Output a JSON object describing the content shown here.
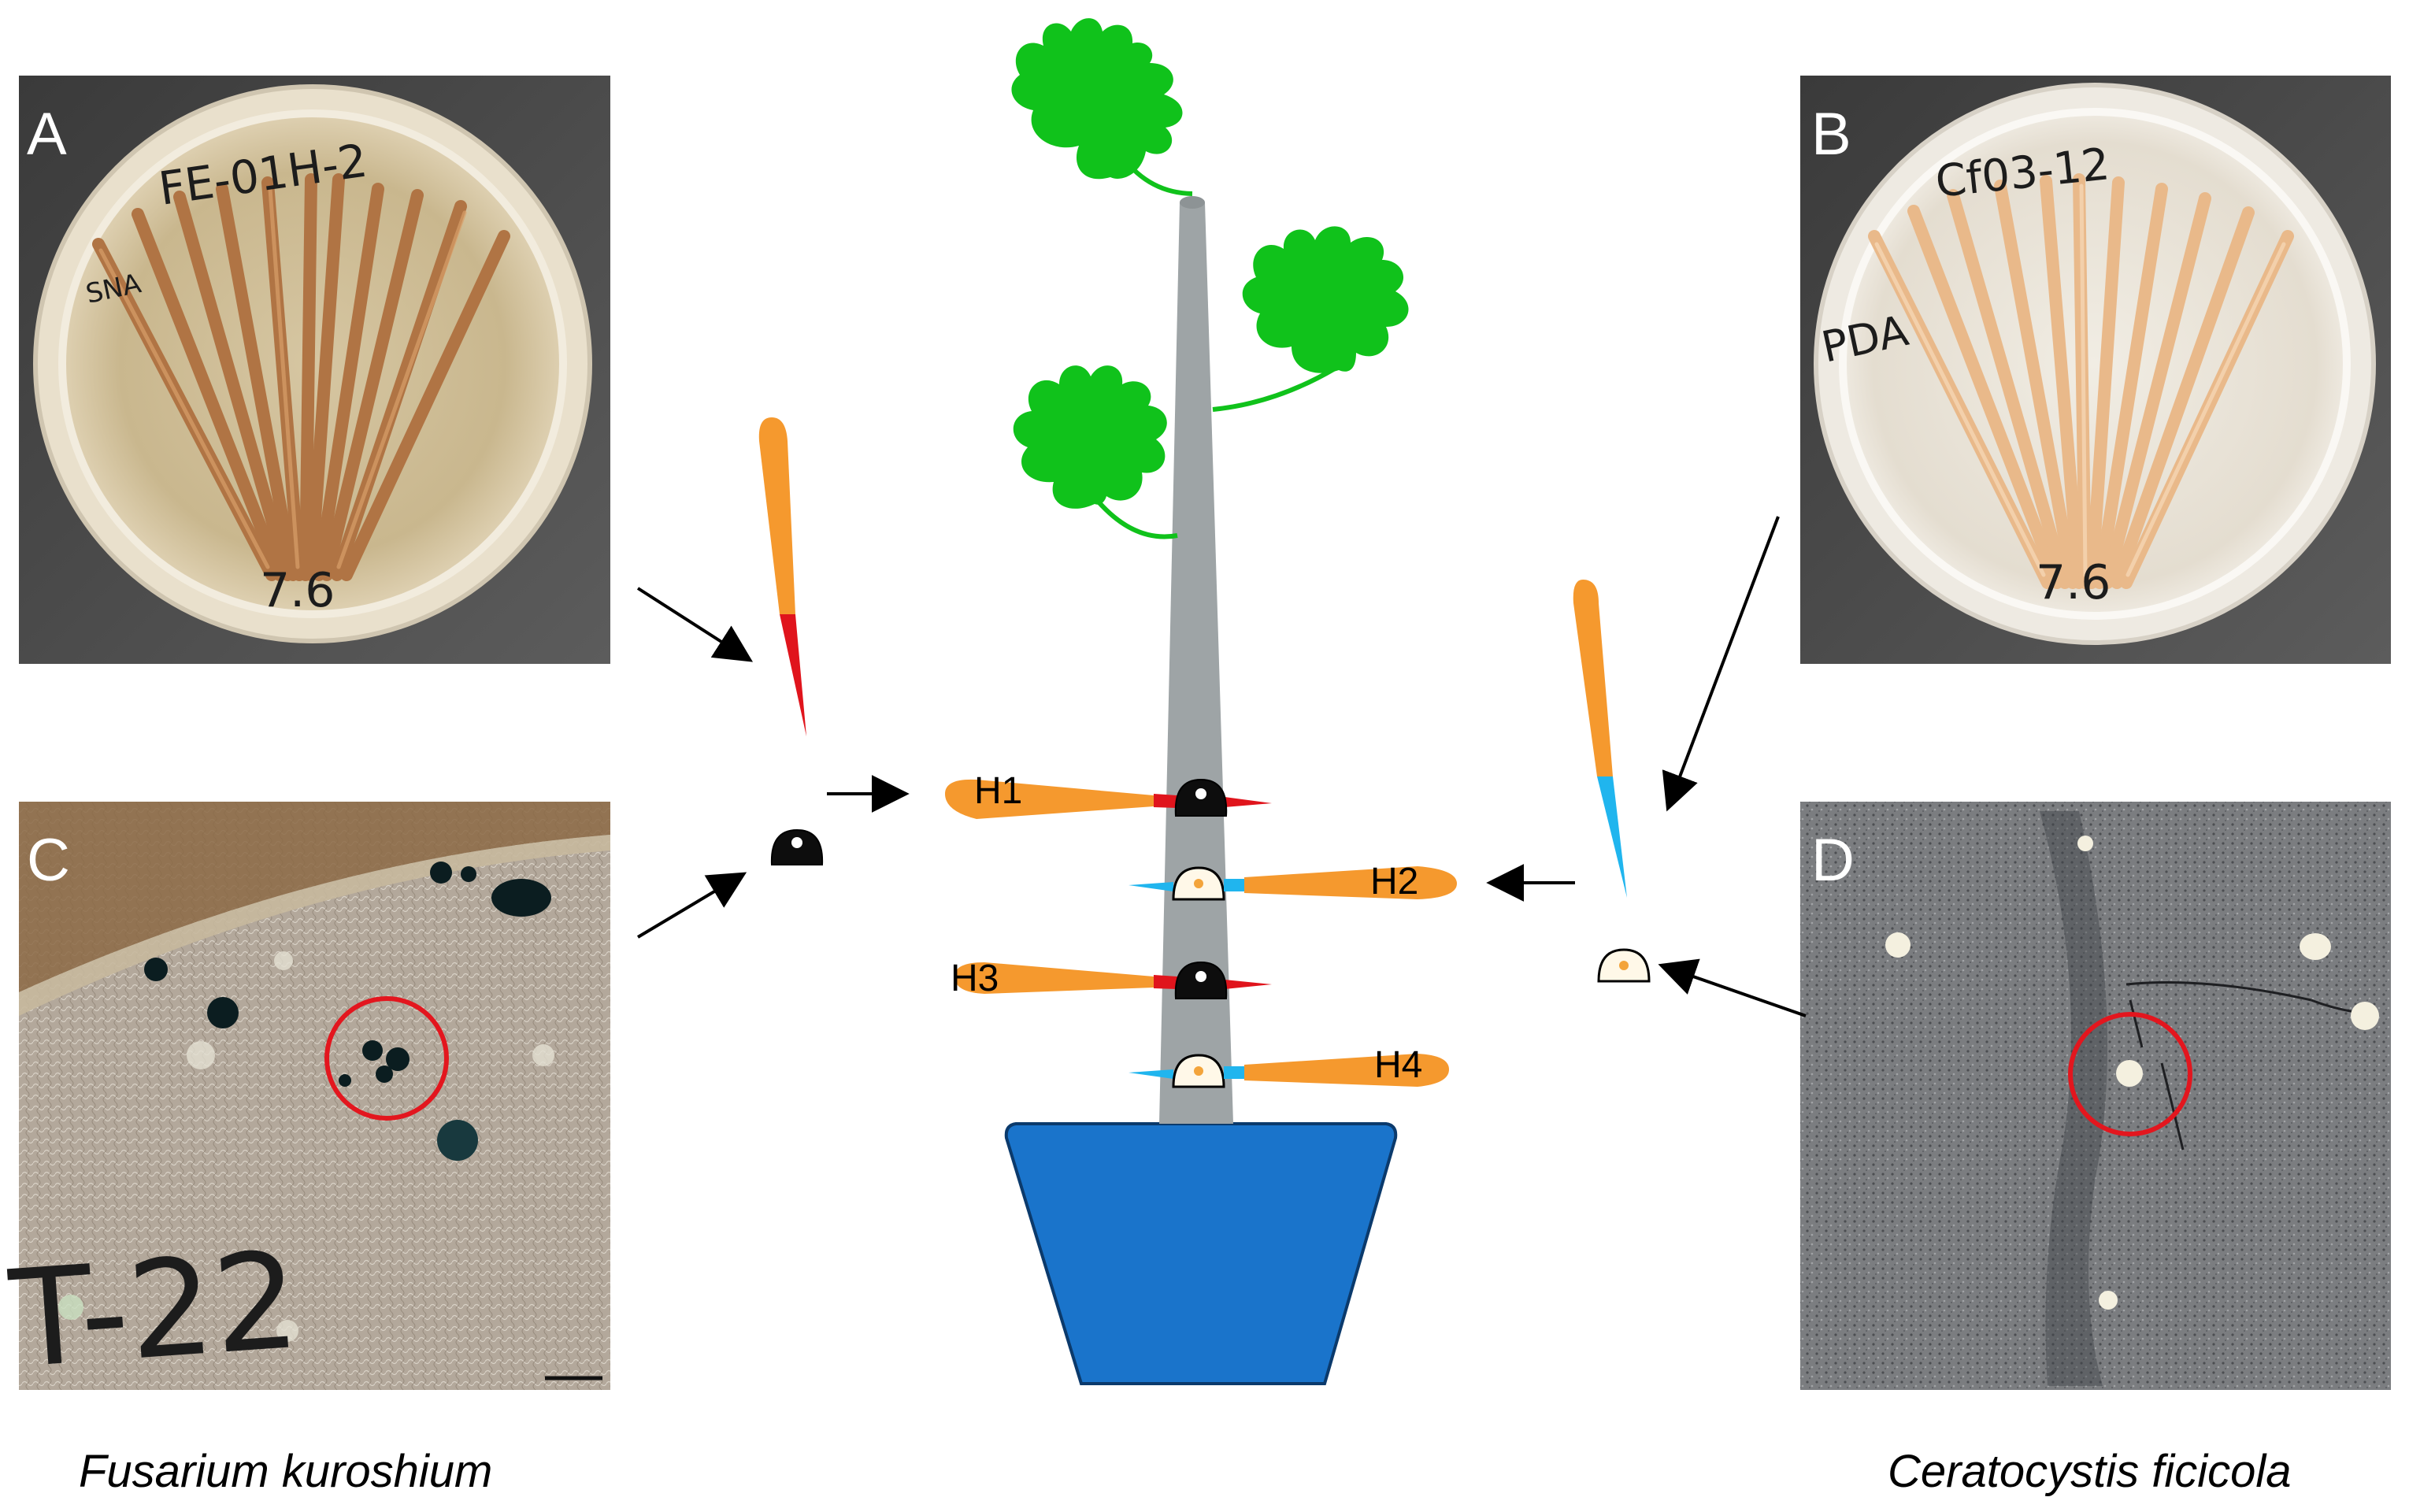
{
  "panels": {
    "A": {
      "letter": "A",
      "plate_note": "FE-01H-2",
      "medium": "SNA",
      "mark": "7.6"
    },
    "B": {
      "letter": "B",
      "plate_note": "Cf03-12",
      "medium": "PDA",
      "mark": "7.6"
    },
    "C": {
      "letter": "C",
      "plate_note": "T-22"
    },
    "D": {
      "letter": "D"
    }
  },
  "holes": {
    "h1": "H1",
    "h2": "H2",
    "h3": "H3",
    "h4": "H4"
  },
  "species": {
    "left": "Fusarium kuroshium",
    "right": "Ceratocystis ficicola"
  },
  "colors": {
    "stem": "#9ea4a6",
    "leaf": "#10c21b",
    "pot": "#1a74cb",
    "toothpick": "#f5992e",
    "fusarium_tip": "#e0141c",
    "ceratocystis_tip": "#20b5ee",
    "black_ascoma": "#0d0d0d",
    "circle": "#e3161e"
  },
  "icons": {
    "inoculum_black": "black-dome-icon",
    "inoculum_white": "white-dome-icon",
    "arrow": "arrow-icon"
  }
}
